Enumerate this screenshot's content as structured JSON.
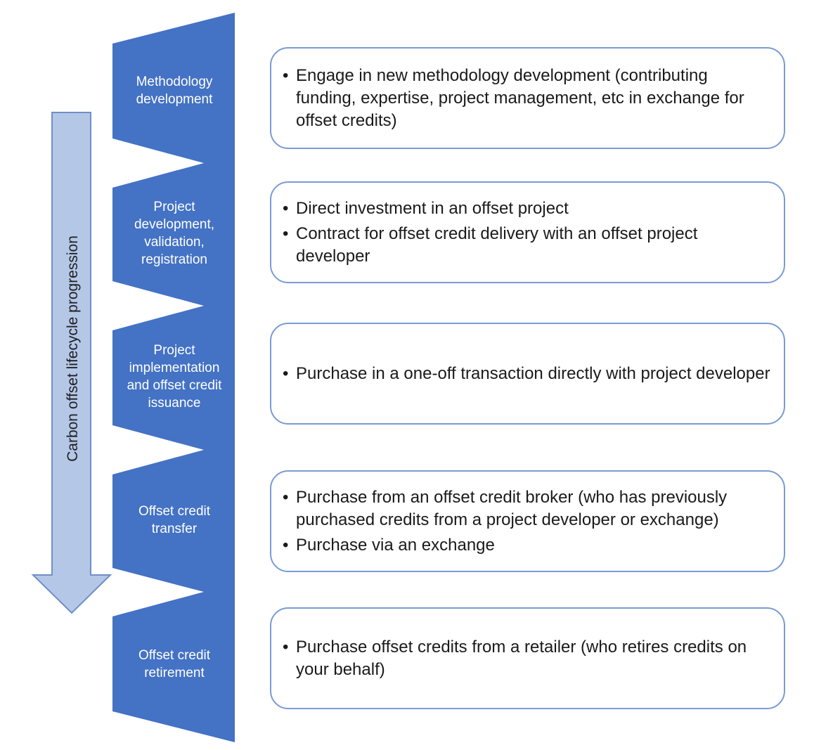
{
  "axis": {
    "label": "Carbon offset lifecycle progression"
  },
  "stages": [
    {
      "label": [
        "Methodology",
        "development"
      ],
      "bullets": [
        "Engage in new methodology development (contributing funding, expertise, project management, etc in exchange for offset credits)"
      ]
    },
    {
      "label": [
        "Project",
        "development,",
        "validation,",
        "registration"
      ],
      "bullets": [
        "Direct investment in an offset project",
        "Contract for offset credit delivery with an offset project developer"
      ]
    },
    {
      "label": [
        "Project",
        "implementation",
        "and offset credit",
        "issuance"
      ],
      "bullets": [
        "Purchase in a one-off transaction directly with project developer"
      ]
    },
    {
      "label": [
        "Offset credit",
        "transfer"
      ],
      "bullets": [
        "Purchase from an offset credit broker (who has previously purchased credits from a project developer or exchange)",
        "Purchase via an exchange"
      ]
    },
    {
      "label": [
        "Offset credit",
        "retirement"
      ],
      "bullets": [
        "Purchase offset credits from a retailer (who retires credits on your behalf)"
      ]
    }
  ],
  "colors": {
    "chevron": "#4472c4",
    "arrow_fill": "#b4c7e7",
    "arrow_stroke": "#6f8fc7",
    "box_border": "#7a9bd4"
  }
}
